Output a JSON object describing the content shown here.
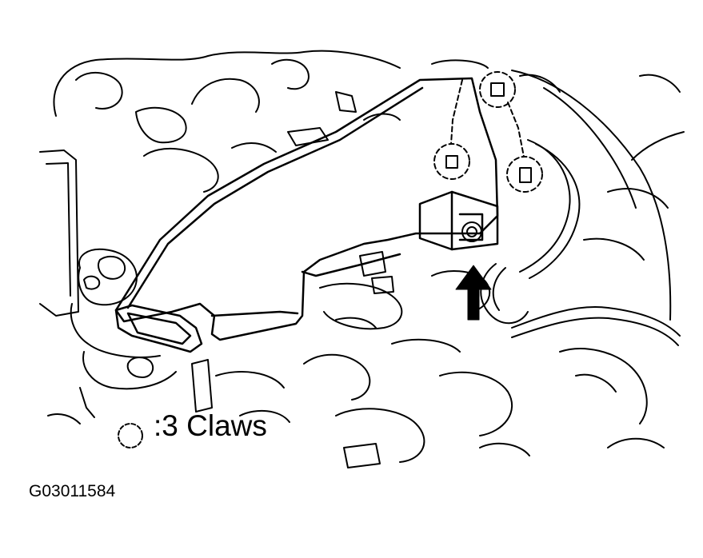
{
  "legend": {
    "symbol": "dashed-circle",
    "label": ":3 Claws"
  },
  "figure_code": "G03011584",
  "colors": {
    "line": "#000000",
    "background": "#ffffff"
  }
}
